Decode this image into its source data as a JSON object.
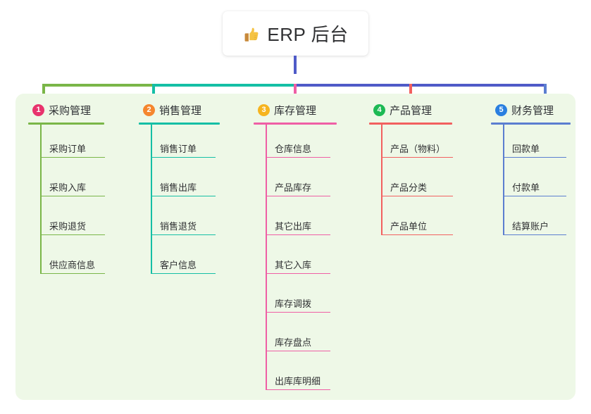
{
  "title": {
    "icon": "thumbs-up-icon",
    "text": "ERP 后台"
  },
  "colors": {
    "panel_bg": "#eef8e7",
    "page_bg": "#ffffff",
    "stem": "#4f5bc8",
    "text": "#303133"
  },
  "connector": {
    "segments": [
      {
        "name": "green-segment",
        "color": "#7ab648"
      },
      {
        "name": "teal-segment",
        "color": "#15bfa5"
      },
      {
        "name": "blue-segment",
        "color": "#4f5bc8"
      }
    ]
  },
  "columns": [
    {
      "number": "1",
      "title": "采购管理",
      "badge_color": "#e8336d",
      "line_color": "#7ab648",
      "items": [
        "采购订单",
        "采购入库",
        "采购退货",
        "供应商信息"
      ]
    },
    {
      "number": "2",
      "title": "销售管理",
      "badge_color": "#f5862e",
      "line_color": "#15bfa5",
      "items": [
        "销售订单",
        "销售出库",
        "销售退货",
        "客户信息"
      ]
    },
    {
      "number": "3",
      "title": "库存管理",
      "badge_color": "#f6b41f",
      "line_color": "#ef5fa5",
      "items": [
        "仓库信息",
        "产品库存",
        "其它出库",
        "其它入库",
        "库存调拨",
        "库存盘点",
        "出库库明细"
      ]
    },
    {
      "number": "4",
      "title": "产品管理",
      "badge_color": "#1db954",
      "line_color": "#f2605f",
      "items": [
        "产品（物料）",
        "产品分类",
        "产品单位"
      ]
    },
    {
      "number": "5",
      "title": "财务管理",
      "badge_color": "#2a7fe0",
      "line_color": "#5b7ed0",
      "items": [
        "回款单",
        "付款单",
        "结算账户"
      ]
    }
  ]
}
